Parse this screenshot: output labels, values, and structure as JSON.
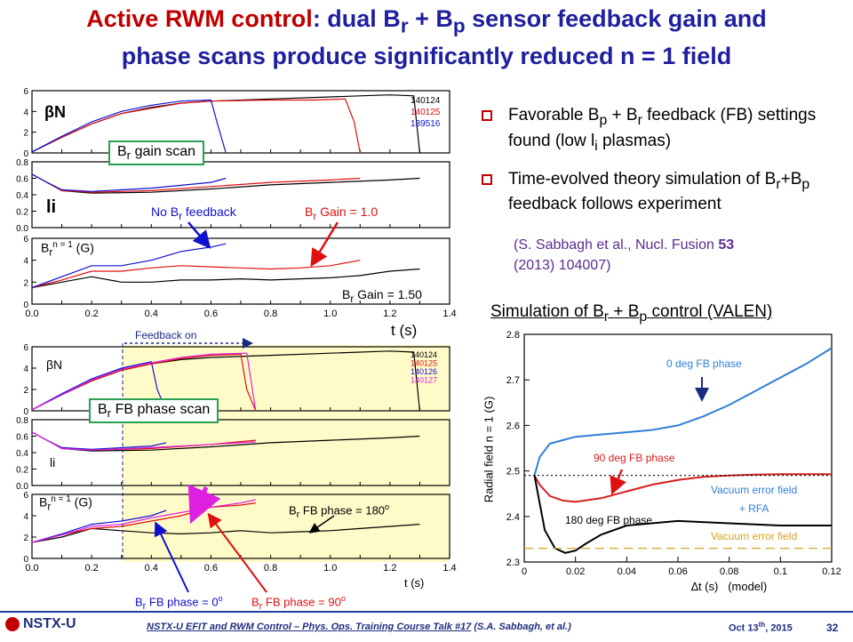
{
  "title": {
    "line1_red": "Active RWM control",
    "line1_rest": ": dual B",
    "line1_sub_r": "r",
    "line1_plus": " + B",
    "line1_sub_p": "p",
    "line1_end": " sensor feedback gain and",
    "line2": "phase scans produce significantly reduced n = 1 field"
  },
  "bullets": [
    {
      "a": "Favorable B",
      "b": "p",
      "c": " + B",
      "d": "r",
      "e": " feedback (FB) settings found (low l",
      "f": "i",
      "g": " plasmas)"
    },
    {
      "a": "Time-evolved theory simulation of B",
      "b": "r",
      "c": "+B",
      "d": "p",
      "e": " feedback follows experiment"
    }
  ],
  "citation": {
    "text1": "(S. Sabbagh et al., Nucl. Fusion ",
    "vol": "53",
    "text2": "(2013) 104007)"
  },
  "top_group": {
    "box_label_a": "B",
    "box_label_sub": "r",
    "box_label_b": " gain scan",
    "shots": [
      "140124",
      "140125",
      "139516"
    ],
    "annot_nofb_a": "No B",
    "annot_nofb_sub": "r",
    "annot_nofb_b": " feedback",
    "annot_gain1_a": "B",
    "annot_gain1_sub": "r",
    "annot_gain1_b": " Gain = 1.0",
    "annot_gain15_a": "B",
    "annot_gain15_sub": "r",
    "annot_gain15_b": " Gain = 1.50",
    "ylabel_beta": "βN",
    "ylabel_li": "li",
    "ylabel_br_a": "B",
    "ylabel_br_sub": "r",
    "ylabel_br_sup": "n = 1",
    "ylabel_br_unit": "(G)",
    "xlabel": "t (s)",
    "xticks": [
      "0.0",
      "0.2",
      "0.4",
      "0.6",
      "0.8",
      "1.0",
      "1.2",
      "1.4"
    ],
    "beta_yticks": [
      "6",
      "4",
      "2",
      "0"
    ],
    "li_yticks": [
      "0.8",
      "0.6",
      "0.4",
      "0.2",
      "0.0"
    ],
    "br_yticks": [
      "6",
      "4",
      "2",
      "0"
    ]
  },
  "bottom_group": {
    "box_label_a": "B",
    "box_label_sub": "r",
    "box_label_b": " FB phase scan",
    "feedback_on": "Feedback on",
    "shots": [
      "140124",
      "140125",
      "140126",
      "140127"
    ],
    "annot_180_a": "B",
    "annot_180_sub": "r",
    "annot_180_b": " FB phase = 180",
    "annot_180_deg": "o",
    "annot_0_a": "B",
    "annot_0_sub": "r",
    "annot_0_b": " FB phase = 0",
    "annot_0_deg": "o",
    "annot_90_a": "B",
    "annot_90_sub": "r",
    "annot_90_b": " FB phase = 90",
    "annot_90_deg": "o",
    "ylabel_beta": "βN",
    "ylabel_li": "li",
    "ylabel_br_a": "B",
    "ylabel_br_sub": "r",
    "ylabel_br_sup": "n = 1",
    "ylabel_br_unit": "(G)",
    "xlabel": "t (s)",
    "xticks": [
      "0.0",
      "0.2",
      "0.4",
      "0.6",
      "0.8",
      "1.0",
      "1.2",
      "1.4"
    ],
    "beta_yticks": [
      "6",
      "4",
      "2",
      "0"
    ],
    "li_yticks": [
      "0.8",
      "0.6",
      "0.4",
      "0.2",
      "0.0"
    ],
    "br_yticks": [
      "6",
      "4",
      "2",
      "0"
    ]
  },
  "simulation": {
    "title_a": "Simulation of B",
    "title_sub_r": "r",
    "title_b": " + B",
    "title_sub_p": "p",
    "title_c": " control (VALEN)",
    "ylabel": "Radial field n = 1 (G)",
    "xlabel_a": "∆t (s)",
    "xlabel_b": "(model)",
    "label_0deg": "0 deg FB phase",
    "label_90deg": "90 deg FB phase",
    "label_180deg": "180 deg FB phase",
    "label_vac_rfa_1": "Vacuum error field",
    "label_vac_rfa_2": "+ RFA",
    "label_vac": "Vacuum error field"
  },
  "footer": {
    "logo": "NSTX-U",
    "talk_a": "NSTX-U EFIT and RWM Control – Phys. Ops. Training Course Talk #17",
    "talk_b": " (S.A. Sabbagh, et al.)",
    "date_a": "Oct 13",
    "date_sup": "th",
    "date_b": ", 2015",
    "page": "32"
  },
  "colors": {
    "title_blue": "#1f1f9f",
    "title_red": "#c00000",
    "shot_black": "#000000",
    "shot_red": "#e01010",
    "shot_blue": "#1010d0",
    "shot_magenta": "#e020e0",
    "highlight_yellow": "#fffbc8",
    "sim_blue": "#2f7fd6",
    "sim_red": "#d62020",
    "sim_black": "#000000",
    "sim_vac": "#d9a521",
    "box_green": "#2aa052"
  },
  "chart_data": [
    {
      "type": "line",
      "title": "",
      "xlabel": "t (s)",
      "ylabel": "βN",
      "xlim": [
        0.0,
        1.4
      ],
      "ylim": [
        0,
        6
      ],
      "series": [
        {
          "name": "140124",
          "x": [
            0.0,
            0.1,
            0.2,
            0.3,
            0.4,
            0.5,
            0.6,
            0.8,
            1.0,
            1.1,
            1.2,
            1.28,
            1.3
          ],
          "y": [
            0.1,
            1.5,
            2.8,
            3.8,
            4.4,
            4.8,
            5.0,
            5.2,
            5.4,
            5.5,
            5.6,
            5.5,
            0
          ]
        },
        {
          "name": "140125",
          "x": [
            0.0,
            0.1,
            0.2,
            0.3,
            0.4,
            0.5,
            0.6,
            0.8,
            0.95,
            1.05,
            1.08,
            1.1
          ],
          "y": [
            0.1,
            1.5,
            2.8,
            3.8,
            4.3,
            4.8,
            5.0,
            5.1,
            5.1,
            5.2,
            3.0,
            0
          ]
        },
        {
          "name": "139516",
          "x": [
            0.0,
            0.1,
            0.2,
            0.3,
            0.4,
            0.5,
            0.6,
            0.62,
            0.65
          ],
          "y": [
            0.1,
            1.6,
            3.0,
            4.0,
            4.6,
            5.0,
            5.1,
            3.0,
            0
          ]
        }
      ]
    },
    {
      "type": "line",
      "title": "",
      "xlabel": "t (s)",
      "ylabel": "li",
      "xlim": [
        0.0,
        1.4
      ],
      "ylim": [
        0.0,
        0.8
      ],
      "series": [
        {
          "name": "140124",
          "x": [
            0.0,
            0.05,
            0.1,
            0.2,
            0.4,
            0.6,
            0.8,
            1.0,
            1.2,
            1.3
          ],
          "y": [
            0.65,
            0.55,
            0.45,
            0.42,
            0.43,
            0.47,
            0.52,
            0.55,
            0.58,
            0.6
          ]
        },
        {
          "name": "140125",
          "x": [
            0.0,
            0.05,
            0.1,
            0.2,
            0.4,
            0.6,
            0.8,
            1.0,
            1.1
          ],
          "y": [
            0.65,
            0.55,
            0.45,
            0.43,
            0.45,
            0.5,
            0.55,
            0.58,
            0.6
          ]
        },
        {
          "name": "139516",
          "x": [
            0.0,
            0.05,
            0.1,
            0.2,
            0.4,
            0.6,
            0.65
          ],
          "y": [
            0.65,
            0.55,
            0.46,
            0.44,
            0.48,
            0.55,
            0.6
          ]
        }
      ]
    },
    {
      "type": "line",
      "title": "",
      "xlabel": "t (s)",
      "ylabel": "Br n = 1 (G)",
      "xlim": [
        0.0,
        1.4
      ],
      "ylim": [
        0,
        6
      ],
      "series": [
        {
          "name": "140124",
          "x": [
            0.0,
            0.1,
            0.2,
            0.3,
            0.4,
            0.5,
            0.6,
            0.7,
            0.8,
            0.9,
            1.0,
            1.1,
            1.2,
            1.3
          ],
          "y": [
            1.5,
            2.0,
            2.5,
            2.0,
            2.0,
            2.2,
            2.2,
            2.3,
            2.2,
            2.3,
            2.4,
            2.6,
            3.0,
            3.2
          ]
        },
        {
          "name": "140125",
          "x": [
            0.0,
            0.1,
            0.2,
            0.3,
            0.4,
            0.5,
            0.6,
            0.7,
            0.8,
            0.9,
            1.0,
            1.1
          ],
          "y": [
            1.5,
            2.2,
            3.0,
            3.0,
            3.3,
            3.5,
            3.4,
            3.3,
            3.2,
            3.3,
            3.5,
            4.0
          ]
        },
        {
          "name": "139516",
          "x": [
            0.0,
            0.1,
            0.2,
            0.3,
            0.4,
            0.5,
            0.6,
            0.65
          ],
          "y": [
            1.5,
            2.5,
            3.5,
            3.5,
            4.0,
            4.8,
            5.2,
            5.5
          ]
        }
      ]
    },
    {
      "type": "line",
      "title": "",
      "xlabel": "t (s)",
      "ylabel": "βN",
      "xlim": [
        0.0,
        1.4
      ],
      "ylim": [
        0,
        6
      ],
      "series": [
        {
          "name": "140124",
          "x": [
            0.0,
            0.1,
            0.2,
            0.3,
            0.4,
            0.5,
            0.6,
            0.8,
            1.0,
            1.2,
            1.28,
            1.3
          ],
          "y": [
            0.1,
            1.5,
            2.8,
            3.8,
            4.4,
            4.8,
            5.0,
            5.2,
            5.4,
            5.6,
            5.5,
            0
          ]
        },
        {
          "name": "140125",
          "x": [
            0.0,
            0.1,
            0.2,
            0.3,
            0.4,
            0.5,
            0.6,
            0.7,
            0.72,
            0.75
          ],
          "y": [
            0.1,
            1.5,
            2.8,
            3.8,
            4.4,
            4.9,
            5.2,
            5.3,
            2.0,
            0
          ]
        },
        {
          "name": "140126",
          "x": [
            0.0,
            0.1,
            0.2,
            0.3,
            0.4,
            0.42,
            0.45
          ],
          "y": [
            0.1,
            1.6,
            3.0,
            4.0,
            4.6,
            2.0,
            0
          ]
        },
        {
          "name": "140127",
          "x": [
            0.0,
            0.1,
            0.2,
            0.3,
            0.4,
            0.5,
            0.6,
            0.72,
            0.75
          ],
          "y": [
            0.1,
            1.5,
            2.9,
            3.9,
            4.5,
            5.0,
            5.3,
            5.4,
            0
          ]
        }
      ]
    },
    {
      "type": "line",
      "title": "",
      "xlabel": "t (s)",
      "ylabel": "li",
      "xlim": [
        0.0,
        1.4
      ],
      "ylim": [
        0.0,
        0.8
      ],
      "series": [
        {
          "name": "140124",
          "x": [
            0.0,
            0.05,
            0.1,
            0.2,
            0.4,
            0.6,
            0.8,
            1.0,
            1.2,
            1.3
          ],
          "y": [
            0.65,
            0.55,
            0.45,
            0.42,
            0.43,
            0.47,
            0.52,
            0.55,
            0.58,
            0.6
          ]
        },
        {
          "name": "140125",
          "x": [
            0.0,
            0.05,
            0.1,
            0.2,
            0.4,
            0.6,
            0.75
          ],
          "y": [
            0.65,
            0.55,
            0.45,
            0.43,
            0.45,
            0.5,
            0.55
          ]
        },
        {
          "name": "140126",
          "x": [
            0.0,
            0.05,
            0.1,
            0.2,
            0.4,
            0.45
          ],
          "y": [
            0.65,
            0.55,
            0.46,
            0.44,
            0.48,
            0.52
          ]
        },
        {
          "name": "140127",
          "x": [
            0.0,
            0.05,
            0.1,
            0.2,
            0.4,
            0.6,
            0.75
          ],
          "y": [
            0.65,
            0.55,
            0.45,
            0.43,
            0.46,
            0.5,
            0.53
          ]
        }
      ]
    },
    {
      "type": "line",
      "title": "",
      "xlabel": "t (s)",
      "ylabel": "Br n = 1 (G)",
      "xlim": [
        0.0,
        1.4
      ],
      "ylim": [
        0,
        6
      ],
      "series": [
        {
          "name": "140124",
          "x": [
            0.0,
            0.1,
            0.2,
            0.3,
            0.4,
            0.5,
            0.6,
            0.7,
            0.8,
            0.9,
            1.0,
            1.1,
            1.2,
            1.3
          ],
          "y": [
            1.5,
            2.0,
            2.8,
            2.6,
            2.4,
            2.3,
            2.4,
            2.6,
            2.4,
            2.5,
            2.6,
            2.8,
            3.0,
            3.2
          ]
        },
        {
          "name": "140125",
          "x": [
            0.0,
            0.1,
            0.2,
            0.3,
            0.4,
            0.5,
            0.6,
            0.7,
            0.75
          ],
          "y": [
            1.5,
            2.2,
            2.8,
            3.0,
            3.5,
            4.0,
            4.8,
            5.0,
            5.2
          ]
        },
        {
          "name": "140126",
          "x": [
            0.0,
            0.1,
            0.2,
            0.3,
            0.4,
            0.45
          ],
          "y": [
            1.5,
            2.3,
            3.2,
            3.5,
            4.0,
            4.5
          ]
        },
        {
          "name": "140127",
          "x": [
            0.0,
            0.1,
            0.2,
            0.3,
            0.4,
            0.5,
            0.6,
            0.7,
            0.75
          ],
          "y": [
            1.5,
            2.2,
            3.0,
            3.2,
            3.8,
            4.3,
            4.8,
            5.2,
            5.5
          ]
        }
      ]
    },
    {
      "type": "line",
      "title": "Simulation of Br + Bp control (VALEN)",
      "xlabel": "∆t (s)",
      "ylabel": "Radial field n = 1 (G)",
      "xlim": [
        0,
        0.12
      ],
      "ylim": [
        2.3,
        2.8
      ],
      "xticks": [
        "0",
        "0.02",
        "0.04",
        "0.06",
        "0.08",
        "0.1",
        "0.12"
      ],
      "yticks": [
        "2.8",
        "2.7",
        "2.6",
        "2.5",
        "2.4",
        "2.3"
      ],
      "series": [
        {
          "name": "0 deg FB phase",
          "x": [
            0.004,
            0.006,
            0.01,
            0.02,
            0.03,
            0.04,
            0.05,
            0.06,
            0.07,
            0.08,
            0.09,
            0.1,
            0.11,
            0.12
          ],
          "y": [
            2.49,
            2.53,
            2.56,
            2.575,
            2.58,
            2.585,
            2.59,
            2.6,
            2.62,
            2.645,
            2.675,
            2.705,
            2.735,
            2.77
          ]
        },
        {
          "name": "90 deg FB phase",
          "x": [
            0.004,
            0.006,
            0.01,
            0.015,
            0.02,
            0.03,
            0.04,
            0.05,
            0.06,
            0.07,
            0.08,
            0.09,
            0.1,
            0.11,
            0.12
          ],
          "y": [
            2.49,
            2.47,
            2.445,
            2.435,
            2.432,
            2.44,
            2.455,
            2.47,
            2.48,
            2.487,
            2.49,
            2.492,
            2.493,
            2.493,
            2.493
          ]
        },
        {
          "name": "180 deg FB phase",
          "x": [
            0.004,
            0.006,
            0.008,
            0.012,
            0.016,
            0.02,
            0.024,
            0.03,
            0.04,
            0.06,
            0.08,
            0.1,
            0.12
          ],
          "y": [
            2.49,
            2.43,
            2.37,
            2.33,
            2.32,
            2.325,
            2.34,
            2.36,
            2.38,
            2.39,
            2.385,
            2.38,
            2.38
          ]
        },
        {
          "name": "Vacuum error field + RFA",
          "x": [
            0,
            0.12
          ],
          "y": [
            2.49,
            2.49
          ]
        },
        {
          "name": "Vacuum error field",
          "x": [
            0,
            0.12
          ],
          "y": [
            2.33,
            2.33
          ]
        }
      ]
    }
  ]
}
